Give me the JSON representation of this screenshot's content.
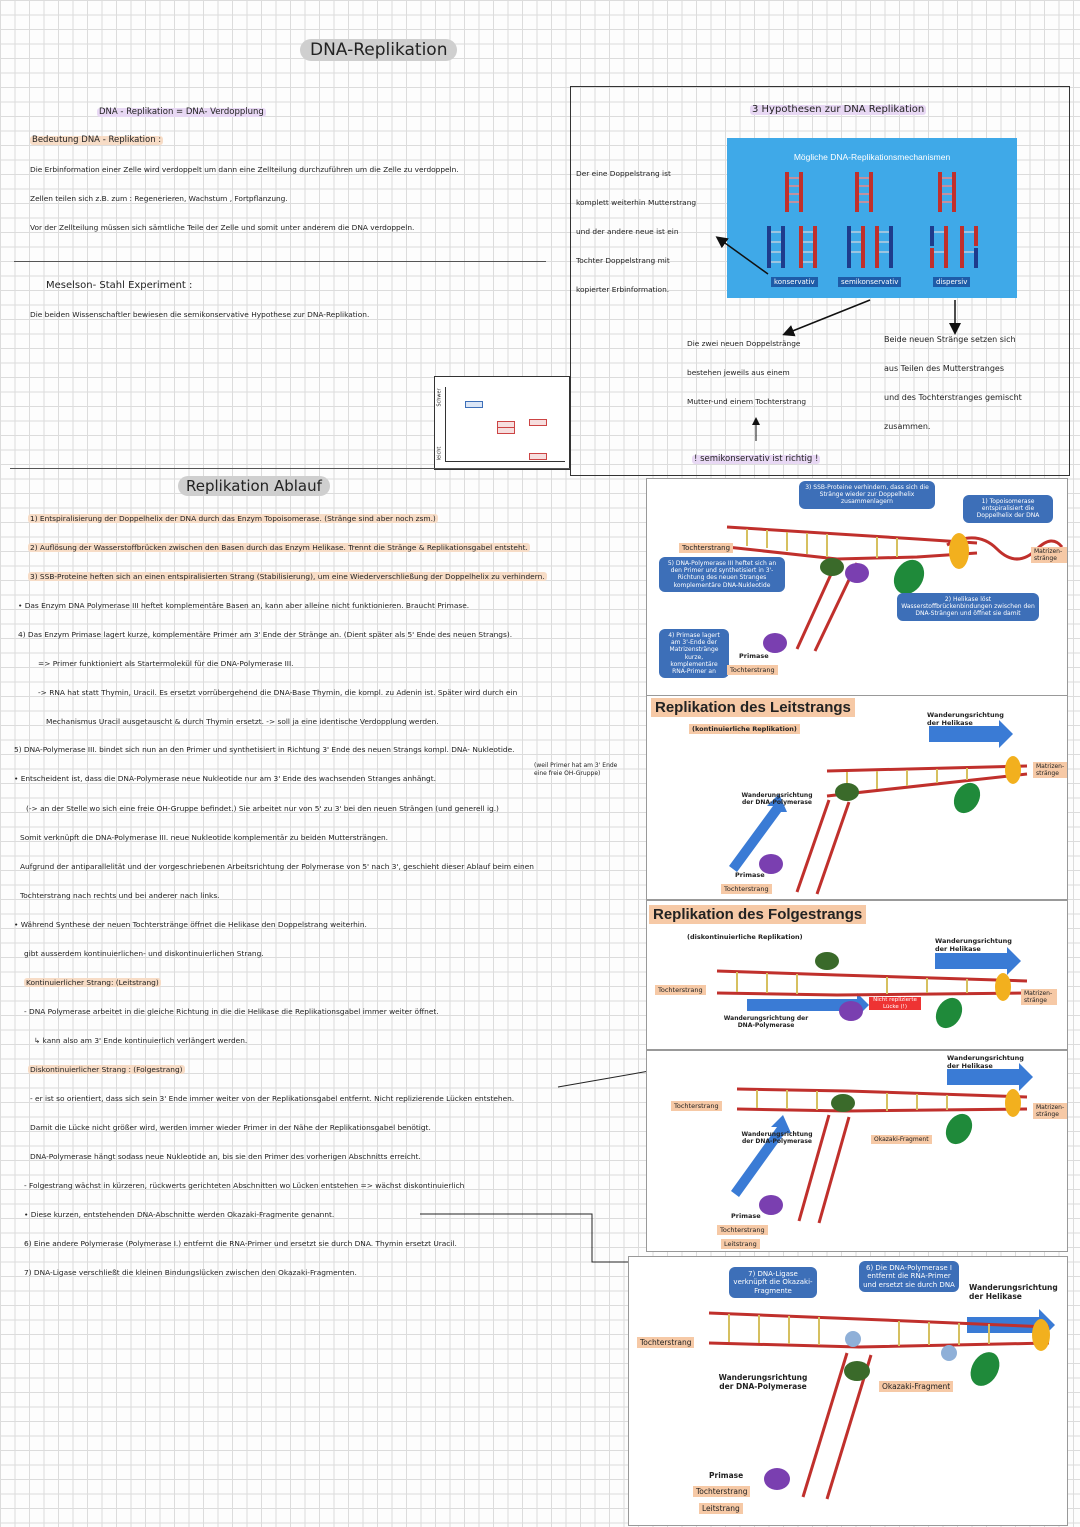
{
  "title": "DNA-Replikation",
  "definition": "DNA - Replikation = DNA- Verdopplung",
  "bedeutung_heading": "Bedeutung DNA - Replikation :",
  "intro_lines": [
    "Die Erbinformation einer Zelle wird verdoppelt um dann eine Zellteilung durchzuführen um die Zelle zu verdoppeln.",
    "Zellen teilen sich z.B. zum : Regenerieren, Wachstum , Fortpflanzung.",
    "Vor der Zellteilung müssen sich sämtliche Teile der Zelle und somit unter anderem die DNA verdoppeln."
  ],
  "meselson_heading": "Meselson- Stahl Experiment :",
  "meselson_text": "Die beiden Wissenschaftler bewiesen die semikonservative Hypothese zur DNA-Replikation.",
  "hypotheses": {
    "heading": "3 Hypothesen zur DNA Replikation",
    "figure_title": "Mögliche DNA-Replikationsmechanismen",
    "labels": [
      "konservativ",
      "semikonservativ",
      "dispersiv"
    ],
    "left_note": [
      "Der eine Doppelstrang ist",
      "komplett weiterhin Mutterstrang",
      "und der andere neue ist ein",
      "Tochter Doppelstrang mit",
      "kopierter Erbinformation."
    ],
    "middle_note": [
      "Die zwei neuen Doppelstränge",
      "bestehen jeweils aus einem",
      "Mutter-und einem Tochterstrang"
    ],
    "right_note": [
      "Beide neuen Stränge setzen sich",
      "aus Teilen des Mutterstranges",
      "und des Tochterstranges gemischt",
      "zusammen."
    ],
    "conclusion": "! semikonservativ ist richtig !"
  },
  "ablauf": {
    "heading": "Replikation Ablauf",
    "lines": [
      "1) Entspiralisierung der Doppelhelix der DNA durch das Enzym Topoisomerase. (Stränge sind aber noch zsm.)",
      "2) Auflösung der Wasserstoffbrücken zwischen den Basen durch das Enzym Helikase. Trennt die Stränge & Replikationsgabel entsteht.",
      "3) SSB-Proteine heften sich an einen entspiralisierten Strang (Stabilisierung), um eine Wiederverschließung der Doppelhelix zu verhindern.",
      "• Das Enzym DNA Polymerase III heftet komplementäre Basen an, kann aber alleine nicht funktionieren. Braucht Primase.",
      "4) Das Enzym Primase lagert kurze, komplementäre Primer am 3' Ende der Stränge an. (Dient später als 5' Ende des neuen Strangs).",
      "=> Primer funktioniert als Startermolekül für die DNA-Polymerase III.",
      "-> RNA hat statt Thymin, Uracil. Es ersetzt vorrübergehend die DNA-Base Thymin, die kompl. zu Adenin ist. Später wird durch ein",
      "Mechanismus Uracil ausgetauscht & durch Thymin ersetzt. -> soll ja eine identische Verdopplung werden.",
      "5) DNA-Polymerase III. bindet sich nun an den Primer und synthetisiert in Richtung 3' Ende des neuen Strangs kompl. DNA- Nukleotide.",
      "• Entscheident ist, dass die DNA-Polymerase neue Nukleotide nur am 3' Ende des wachsenden Stranges anhängt.",
      "(-> an der Stelle wo sich eine freie OH-Gruppe befindet.) Sie arbeitet nur von 5' zu 3' bei den neuen Strängen (und generell ig.)",
      "Somit verknüpft die DNA-Polymerase III. neue Nukleotide komplementär zu beiden Muttersträngen.",
      "Aufgrund der antiparallelität und der vorgeschriebenen Arbeitsrichtung der Polymerase von 5' nach 3', geschieht dieser Ablauf beim einen",
      "Tochterstrang nach rechts und bei anderer nach links.",
      "• Während Synthese der neuen Tochterstränge öffnet die Helikase den Doppelstrang weiterhin.",
      "gibt ausserdem kontinuierlichen- und diskontinuierlichen Strang.",
      "Kontinuierlicher Strang: (Leitstrang)",
      "- DNA Polymerase arbeitet in die gleiche Richtung in die die Helikase die Replikationsgabel immer weiter öffnet.",
      "↳ kann also am 3' Ende kontinuierlich verlängert werden.",
      "Diskontinuierlicher Strang : (Folgestrang)",
      "- er ist so orientiert, dass sich sein 3' Ende immer weiter von der Replikationsgabel entfernt. Nicht replizierende Lücken entstehen.",
      "Damit die Lücke nicht größer wird, werden immer wieder Primer in der Nähe der Replikationsgabel benötigt.",
      "DNA-Polymerase hängt sodass neue Nukleotide an, bis sie den Primer des vorherigen Abschnitts erreicht.",
      "- Folgestrang wächst in kürzeren, rückwerts gerichteten Abschnitten wo Lücken entstehen => wächst diskontinuierlich",
      "• Diese kurzen, entstehenden DNA-Abschnitte werden Okazaki-Fragmente genannt.",
      "6) Eine andere Polymerase (Polymerase I.) entfernt die RNA-Primer und ersetzt sie durch DNA. Thymin ersetzt Uracil.",
      "7) DNA-Ligase verschließt die kleinen Bindungslücken zwischen den Okazaki-Fragmenten."
    ],
    "margin_note": [
      "(weil Primer hat am 3' Ende",
      "eine freie OH-Gruppe)"
    ]
  },
  "graph_labels": {
    "y_top": "Schwer",
    "y_bottom": "leicht"
  },
  "figures": {
    "fig1": {
      "ssb": "3) SSB-Proteine verhindern, dass sich die Stränge wieder zur Doppelhelix zusammenlagern",
      "topo": "1) Topoisomerase entspiralisiert die Doppelhelix der DNA",
      "pol3": "5) DNA-Polymerase III heftet sich an den Primer und synthetisiert in 3'-Richtung des neuen Stranges komplementäre DNA-Nukleotide",
      "helikase": "2) Helikase löst Wasserstoffbrückenbindungen zwischen den DNA-Strängen und öffnet sie damit",
      "primase": "4) Primase lagert am 3'-Ende der Matrizenstränge kurze, komplementäre RNA-Primer an",
      "tochterstrang": "Tochterstrang",
      "matrizen": "Matrizen-stränge",
      "primase_lbl": "Primase"
    },
    "fig2": {
      "title": "Replikation des Leitstrangs",
      "subtitle": "(kontinuierliche Replikation)",
      "helikase_dir": "Wanderungsrichtung der Helikase",
      "pol_dir": "Wanderungsrichtung der DNA-Polymerase",
      "primase": "Primase",
      "tochterstrang": "Tochterstrang",
      "matrizen": "Matrizen-stränge"
    },
    "fig3": {
      "title": "Replikation des Folgestrangs",
      "subtitle": "(diskontinuierliche Replikation)",
      "helikase_dir": "Wanderungsrichtung der Helikase",
      "pol_dir": "Wanderungsrichtung der DNA-Polymerase",
      "gap": "Nicht replizierte Lücke (!)",
      "tochterstrang": "Tochterstrang",
      "matrizen": "Matrizen-stränge"
    },
    "fig4": {
      "helikase_dir": "Wanderungsrichtung der Helikase",
      "pol_dir": "Wanderungsrichtung der DNA-Polymerase",
      "okazaki": "Okazaki-Fragment",
      "primase": "Primase",
      "tochterstrang": "Tochterstrang",
      "leitstrang": "Leitstrang",
      "matrizen": "Matrizen-stränge"
    },
    "fig5": {
      "ligase": "7) DNA-Ligase verknüpft die Okazaki-Fragmente",
      "pol1": "6) Die DNA-Polymerase I entfernt die RNA-Primer und ersetzt sie durch DNA",
      "helikase_dir": "Wanderungsrichtung der Helikase",
      "pol_dir": "Wanderungsrichtung der DNA-Polymerase",
      "okazaki": "Okazaki-Fragment",
      "primase": "Primase",
      "tochterstrang": "Tochterstrang",
      "leitstrang": "Leitstrang"
    }
  }
}
